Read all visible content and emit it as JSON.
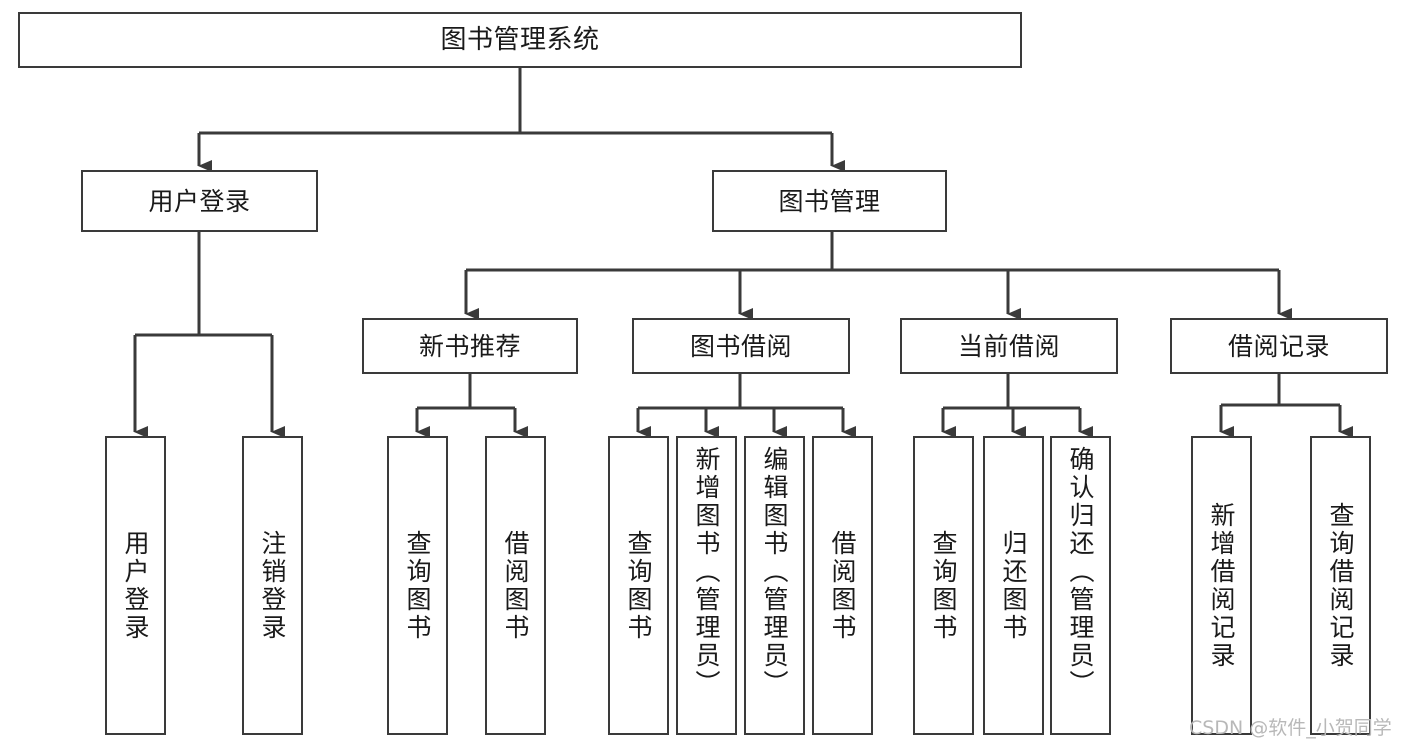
{
  "diagram": {
    "title": "图书管理系统",
    "type": "tree-structure-chart",
    "root": {
      "id": "root",
      "label": "图书管理系统"
    },
    "level2": [
      {
        "id": "user-login",
        "label": "用户登录"
      },
      {
        "id": "book-manage",
        "label": "图书管理"
      }
    ],
    "level3": [
      {
        "id": "new-book-recommend",
        "label": "新书推荐"
      },
      {
        "id": "book-borrow",
        "label": "图书借阅"
      },
      {
        "id": "current-borrow",
        "label": "当前借阅"
      },
      {
        "id": "borrow-record",
        "label": "借阅记录"
      }
    ],
    "leaves": {
      "user_login": [
        {
          "id": "leaf-user-login",
          "label": "用户登录"
        },
        {
          "id": "leaf-logout-login",
          "label": "注销登录"
        }
      ],
      "new_book_recommend": [
        {
          "id": "leaf-query-book-1",
          "label": "查询图书"
        },
        {
          "id": "leaf-borrow-book-1",
          "label": "借阅图书"
        }
      ],
      "book_borrow": [
        {
          "id": "leaf-query-book-2",
          "label": "查询图书"
        },
        {
          "id": "leaf-add-book",
          "label": "新增图书（管理员）"
        },
        {
          "id": "leaf-edit-book",
          "label": "编辑图书（管理员）"
        },
        {
          "id": "leaf-borrow-book-2",
          "label": "借阅图书"
        }
      ],
      "current_borrow": [
        {
          "id": "leaf-query-book-3",
          "label": "查询图书"
        },
        {
          "id": "leaf-return-book",
          "label": "归还图书"
        },
        {
          "id": "leaf-confirm-return",
          "label": "确认归还（管理员）"
        }
      ],
      "borrow_record": [
        {
          "id": "leaf-add-record",
          "label": "新增借阅记录"
        },
        {
          "id": "leaf-query-record",
          "label": "查询借阅记录"
        }
      ]
    }
  },
  "watermark": {
    "text": "CSDN @软件_小贺同学"
  },
  "colors": {
    "box_border": "#3a3a3a",
    "box_fill": "#ffffff",
    "edge": "#3a3a3a",
    "text": "#1a1a1a",
    "watermark": "#b8b8b8",
    "background": "#ffffff"
  }
}
